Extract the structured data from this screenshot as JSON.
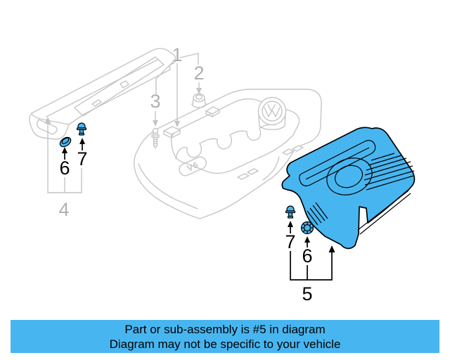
{
  "diagram": {
    "description": "Engine appearance cover exploded parts diagram",
    "badge_text": "V6",
    "highlight_color": "#47b6f0",
    "line_color_gray": "#c6c6c6",
    "callout_gray": "#b0b0b0",
    "callout_black": "#000000",
    "callouts": [
      {
        "number": "1",
        "style": "gray"
      },
      {
        "number": "2",
        "style": "gray"
      },
      {
        "number": "3",
        "style": "gray"
      },
      {
        "number": "4",
        "style": "gray"
      },
      {
        "number": "6",
        "style": "black",
        "side": "left"
      },
      {
        "number": "7",
        "style": "black",
        "side": "left"
      },
      {
        "number": "7",
        "style": "black",
        "side": "right"
      },
      {
        "number": "6",
        "style": "black",
        "side": "right"
      },
      {
        "number": "5",
        "style": "black",
        "side": "right"
      }
    ]
  },
  "banner": {
    "line1": "Part or sub-assembly is #5 in diagram",
    "line2": "Diagram may not be specific to your vehicle",
    "background_color": "#47b6f0",
    "text_color": "#000000"
  }
}
